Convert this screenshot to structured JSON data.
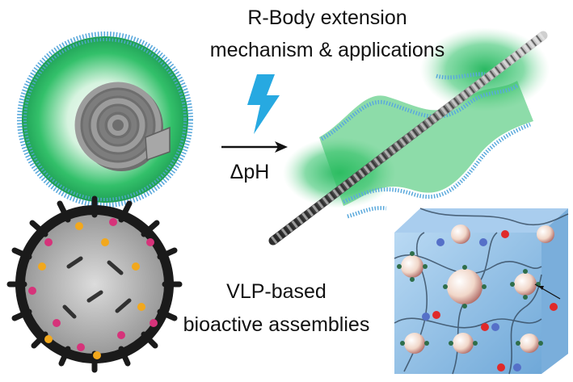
{
  "top_caption": {
    "line1": "R-Body extension",
    "line2": "mechanism & applications"
  },
  "arrow_label": "ΔpH",
  "bottom_caption": {
    "line1": "VLP-based",
    "line2": "bioactive assemblies"
  },
  "colors": {
    "membrane": "#5aa9dc",
    "glow_green": "#1fb55a",
    "lightning": "#27a9e1",
    "coil": "#8a8a8a",
    "gel_blue": "#8fbfe6",
    "spike_black": "#1a1a1a",
    "spike_pink": "#d6337a",
    "spike_orange": "#f2a81d"
  },
  "icons": [
    "lightning-icon",
    "arrow-icon"
  ]
}
